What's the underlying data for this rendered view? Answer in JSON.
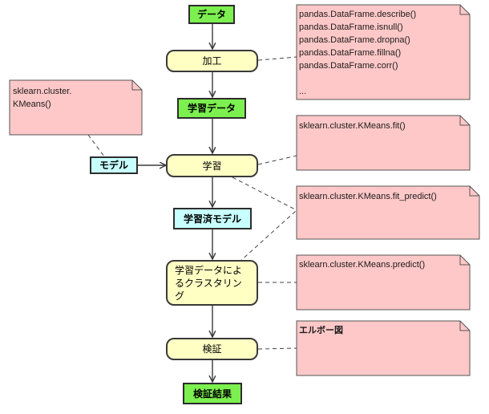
{
  "nodes": {
    "data": "データ",
    "process": "加工",
    "training_data": "学習データ",
    "model": "モデル",
    "training": "学習",
    "trained_model": "学習済モデル",
    "clustering": "学習データによ\nるクラスタリン\nグ",
    "validation": "検証",
    "validation_result": "検証結果"
  },
  "notes": {
    "process": "pandas.DataFrame.describe()\npandas.DataFrame.isnull()\npandas.DataFrame.dropna()\npandas.DataFrame.fillna()\npandas.DataFrame.corr()\n\n...",
    "model": "sklearn.cluster.\nKMeans()",
    "fit": "sklearn.cluster.KMeans.fit()",
    "fit_predict": "sklearn.cluster.KMeans.fit_predict()",
    "predict": "sklearn.cluster.KMeans.predict()",
    "validation": "エルボー図"
  },
  "colors": {
    "data_fill": "#7cf04f",
    "process_fill": "#ffffc4",
    "model_fill": "#c8ffff",
    "note_fill": "#ffc8c8",
    "line": "#3a3a3a"
  }
}
